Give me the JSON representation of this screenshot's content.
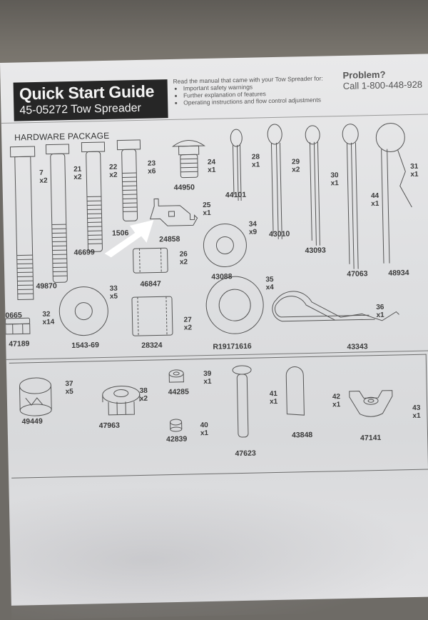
{
  "header": {
    "title": "Quick Start Guide",
    "subtitle": "45-05272 Tow Spreader",
    "read_note": "Read the manual that came with your Tow Spreader for:",
    "read_items": [
      "Important safety warnings",
      "Further explanation of features",
      "Operating instructions and flow control adjustments"
    ],
    "problem_title": "Problem?",
    "problem_call": "Call 1-800-448-928"
  },
  "section_title": "HARDWARE PACKAGE",
  "parts": [
    {
      "ref": "7",
      "qty": "x2",
      "part_no": "0665",
      "name": "long bolt"
    },
    {
      "ref": "21",
      "qty": "x2",
      "part_no": "49870",
      "name": "bolt"
    },
    {
      "ref": "22",
      "qty": "x2",
      "part_no": "46699",
      "name": "bolt"
    },
    {
      "ref": "23",
      "qty": "x6",
      "part_no": "1506",
      "name": "bolt"
    },
    {
      "ref": "24",
      "qty": "x1",
      "part_no": "44950",
      "name": "carriage bolt"
    },
    {
      "ref": "25",
      "qty": "x1",
      "part_no": "24858",
      "name": "bracket plate"
    },
    {
      "ref": "26",
      "qty": "x2",
      "part_no": "46847",
      "name": "spacer"
    },
    {
      "ref": "28",
      "qty": "x1",
      "part_no": "44101",
      "name": "cotter pin"
    },
    {
      "ref": "29",
      "qty": "x2",
      "part_no": "43010",
      "name": "cotter pin"
    },
    {
      "ref": "30",
      "qty": "x1",
      "part_no": "43093",
      "name": "cotter pin"
    },
    {
      "ref": "44",
      "qty": "x1",
      "part_no": "47063",
      "name": "cotter pin"
    },
    {
      "ref": "31",
      "qty": "x1",
      "part_no": "48934",
      "name": "hitch pin clip"
    },
    {
      "ref": "34",
      "qty": "x9",
      "part_no": "43088",
      "name": "washer"
    },
    {
      "ref": "32",
      "qty": "x14",
      "part_no": "47189",
      "name": "hex nut"
    },
    {
      "ref": "33",
      "qty": "x5",
      "part_no": "1543-69",
      "name": "flat washer"
    },
    {
      "ref": "27",
      "qty": "x2",
      "part_no": "28324",
      "name": "spacer"
    },
    {
      "ref": "35",
      "qty": "x4",
      "part_no": "R19171616",
      "name": "large washer"
    },
    {
      "ref": "36",
      "qty": "x1",
      "part_no": "43343",
      "name": "hair pin clip"
    },
    {
      "ref": "37",
      "qty": "x5",
      "part_no": "49449",
      "name": "push cap"
    },
    {
      "ref": "38",
      "qty": "x2",
      "part_no": "47963",
      "name": "flange nut"
    },
    {
      "ref": "39",
      "qty": "x1",
      "part_no": "44285",
      "name": "lock nut"
    },
    {
      "ref": "40",
      "qty": "x1",
      "part_no": "42839",
      "name": "bushing"
    },
    {
      "ref": "41",
      "qty": "x1",
      "part_no": "47623",
      "name": "clevis pin"
    },
    {
      "ref": "42",
      "qty": "x1",
      "part_no": "43848",
      "name": "plate"
    },
    {
      "ref": "43",
      "qty": "x1",
      "part_no": "47141",
      "name": "wing nut"
    }
  ],
  "colors": {
    "header_band": "#262626",
    "paper": "#e2e2e4",
    "floor": "#6e6b66",
    "ink": "#3a3a3a"
  }
}
